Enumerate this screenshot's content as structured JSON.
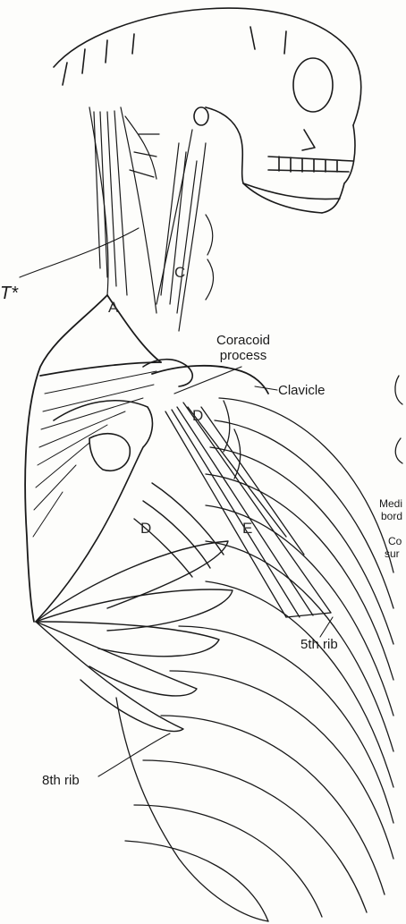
{
  "labels": {
    "coracoid": [
      "Coracoid",
      "process"
    ],
    "clavicle": "Clavicle",
    "rib5": "5th rib",
    "rib8": "8th rib",
    "marker": "T*",
    "right_edge": [
      "Medi",
      "bord",
      "Co",
      "sur"
    ]
  },
  "muscle_letters": [
    "A",
    "C",
    "D",
    "D",
    "E"
  ],
  "colors": {
    "ink": "#1a1a1a",
    "paper": "#fdfdfb"
  }
}
